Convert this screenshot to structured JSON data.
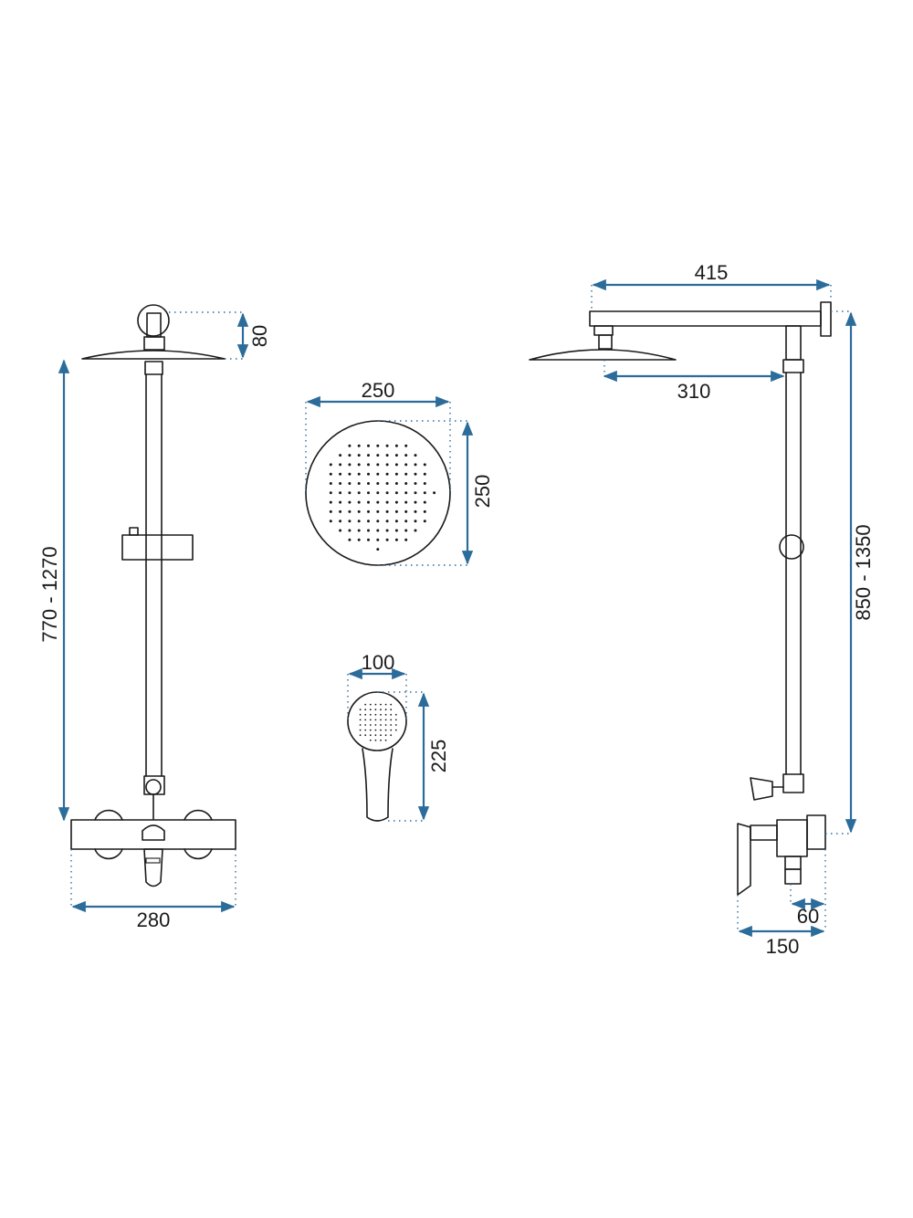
{
  "dimensions": {
    "front_top_offset": "80",
    "front_height_range": "770 - 1270",
    "front_width": "280",
    "head_width": "250",
    "head_height": "250",
    "hand_width": "100",
    "hand_length": "225",
    "side_arm_length": "415",
    "side_head_reach": "310",
    "side_height_range": "850 - 1350",
    "side_wall_offset_small": "60",
    "side_wall_offset_total": "150"
  },
  "colors": {
    "dimension_line": "#2b6c9a",
    "outline": "#1a1a1a"
  }
}
